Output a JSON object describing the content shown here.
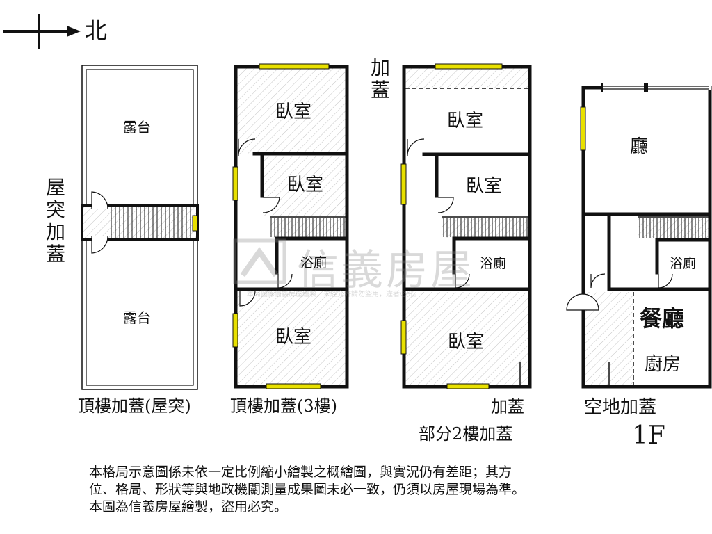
{
  "compass": {
    "north_label": "北"
  },
  "plans": {
    "rooftop_structure": {
      "title": "頂樓加蓋(屋突)",
      "terrace_top": "露台",
      "terrace_bottom": "露台",
      "side_label": [
        "屋",
        "突",
        "加",
        "蓋"
      ]
    },
    "rooftop_3f": {
      "title": "頂樓加蓋(3樓)",
      "bedroom_top": "臥室",
      "bedroom_mid": "臥室",
      "bathroom": "浴廁",
      "bedroom_bottom": "臥室"
    },
    "floor_2": {
      "top_label": [
        "加",
        "蓋"
      ],
      "bedroom_top": "臥室",
      "bedroom_mid": "臥室",
      "bathroom": "浴廁",
      "bedroom_bottom": "臥室",
      "annex_label": "加蓋",
      "title": "部分2樓加蓋"
    },
    "floor_1": {
      "living": "廳",
      "bathroom": "浴廁",
      "dining": "餐廳",
      "kitchen": "廚房",
      "annex_label": "空地加蓋",
      "floor_tag": "1F"
    }
  },
  "watermark": {
    "brand": "信義房屋",
    "sub": "本局圖係信義房屋繪製，未經允許請勿盜用，違者必究。"
  },
  "disclaimer": [
    "本格局示意圖係未依一定比例縮小繪製之概繪圖，與實況仍有差距；其方",
    "位、格局、形狀等與地政機關測量成果圖未必一致，仍須以房屋現場為準。",
    "本圖為信義房屋繪製，盜用必究。"
  ],
  "colors": {
    "wall": "#111111",
    "window": "#e8e000",
    "hatch": "#bdbdbd"
  }
}
